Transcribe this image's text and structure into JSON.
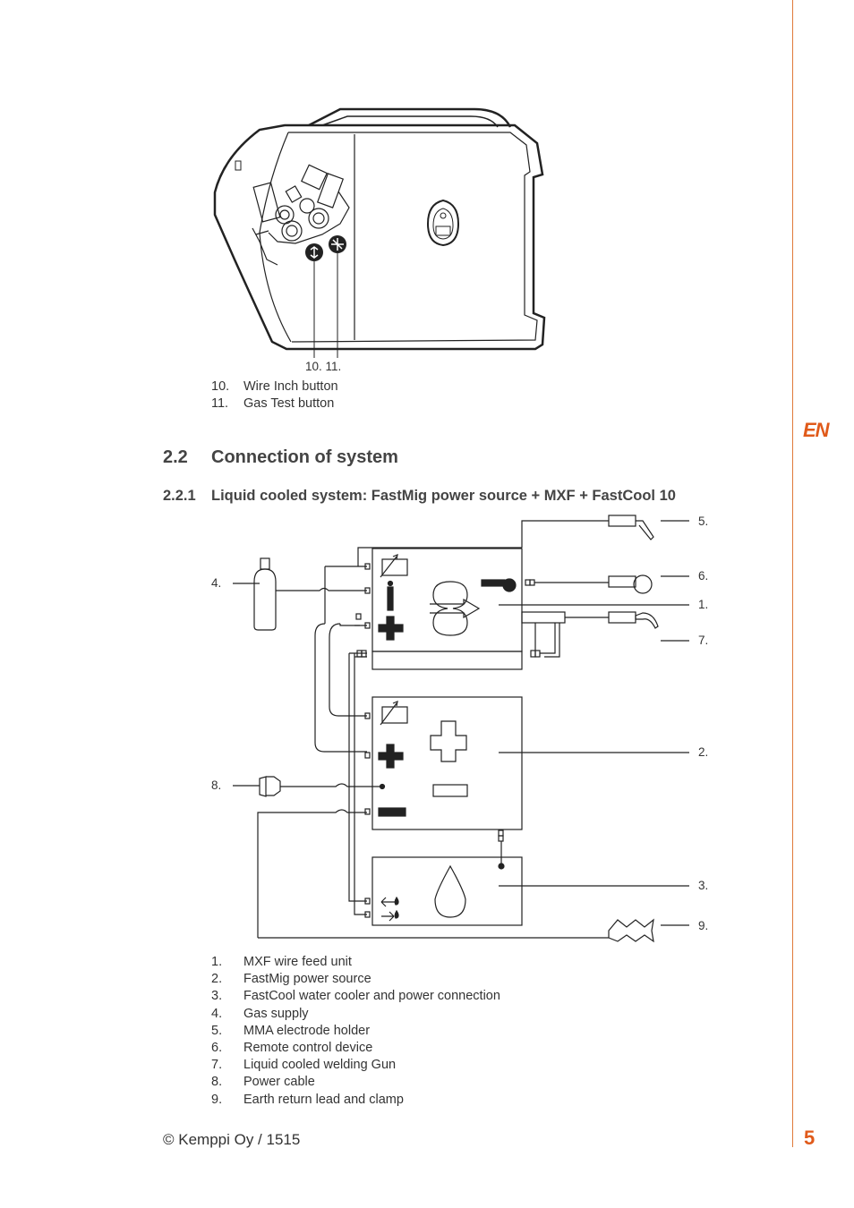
{
  "page": {
    "language_tab": "EN",
    "page_number": "5",
    "footer": "© Kemppi Oy / 1515"
  },
  "figure1": {
    "callout_label": "10.  11.",
    "legend": [
      {
        "num": "10.",
        "text": "Wire Inch button"
      },
      {
        "num": "11.",
        "text": "Gas Test button"
      }
    ]
  },
  "section": {
    "number": "2.2",
    "title": "Connection of system"
  },
  "subsection": {
    "number": "2.2.1",
    "title": "Liquid cooled system: FastMig power source + MXF + FastCool 10"
  },
  "figure2": {
    "callouts": {
      "c5": "5.",
      "c6": "6.",
      "c1": "1.",
      "c7": "7.",
      "c4": "4.",
      "c2": "2.",
      "c8": "8.",
      "c3": "3.",
      "c9": "9."
    },
    "legend": [
      {
        "num": "1.",
        "text": "MXF wire feed unit"
      },
      {
        "num": "2.",
        "text": "FastMig power source"
      },
      {
        "num": "3.",
        "text": "FastCool water cooler and power connection"
      },
      {
        "num": "4.",
        "text": "Gas supply"
      },
      {
        "num": "5.",
        "text": "MMA electrode holder"
      },
      {
        "num": "6.",
        "text": "Remote control device"
      },
      {
        "num": "7.",
        "text": "Liquid cooled welding Gun"
      },
      {
        "num": "8.",
        "text": "Power cable"
      },
      {
        "num": "9.",
        "text": "Earth return lead and clamp"
      }
    ]
  }
}
